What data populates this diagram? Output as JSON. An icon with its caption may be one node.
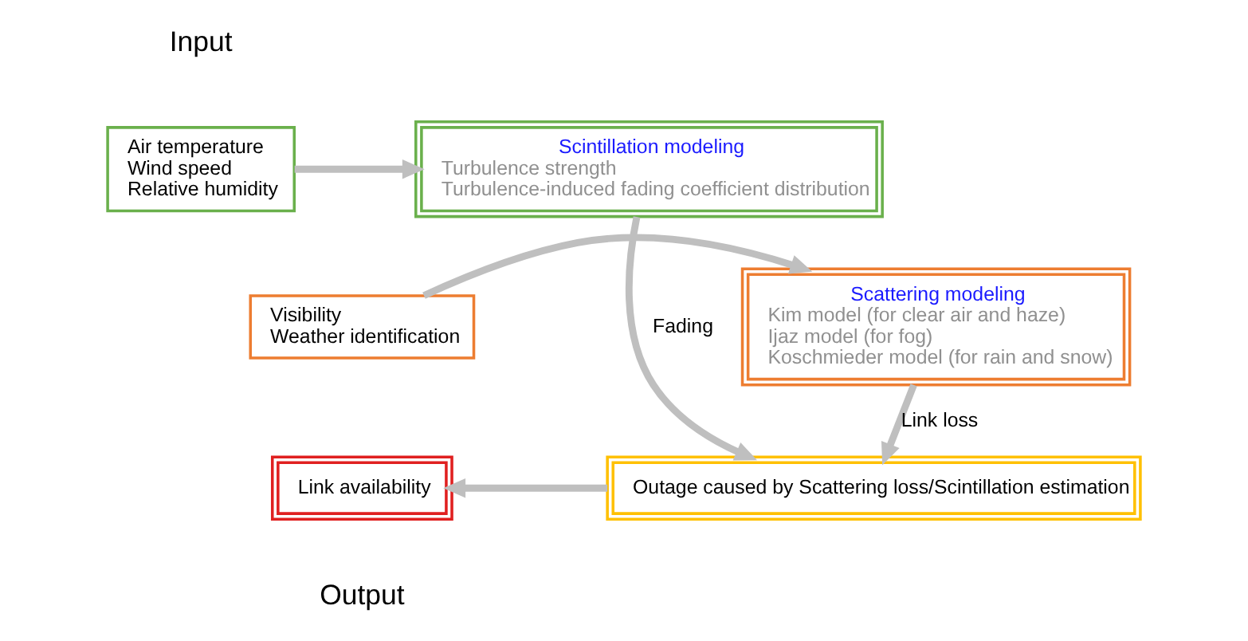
{
  "diagram": {
    "nodes": [
      {
        "text": [
          "Air temperature",
          "Wind speed",
          "Relative humidity"
        ]
      },
      {
        "text": [
          "Scintillation modeling",
          "Turbulence strength",
          "Turbulence-induced fading coefficient distribution"
        ]
      },
      {
        "text": [
          "Visibility",
          "Weather identification"
        ]
      },
      {
        "text": [
          "Scattering modeling",
          "Kim model (for clear air and haze)",
          "Ijaz model (for fog)",
          "Koschmieder model (for rain and snow)"
        ]
      },
      {
        "text": [
          "Outage caused by Scattering loss/Scintillation estimation"
        ]
      },
      {
        "text": [
          "Link availability"
        ]
      }
    ],
    "edges": [
      {
        "from": 0,
        "to": 1,
        "arrow": "to"
      },
      {
        "from": 2,
        "to": 3,
        "arrow": "to"
      },
      {
        "from": 3,
        "to": 4,
        "arrow": "to",
        "label": "Link loss"
      },
      {
        "from": 1,
        "to": 4,
        "arrow": "to",
        "label": "Fading"
      },
      {
        "from": 4,
        "to": 5,
        "arrow": "to"
      }
    ],
    "labels": [
      "Input",
      "Output"
    ]
  }
}
